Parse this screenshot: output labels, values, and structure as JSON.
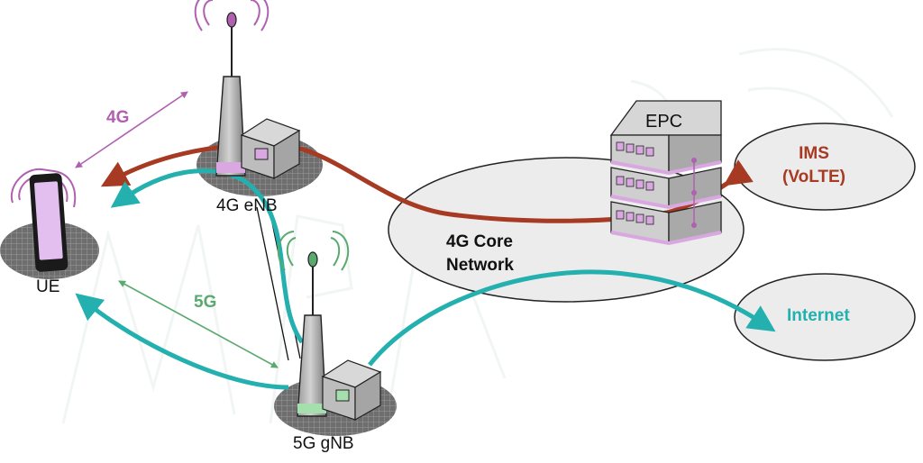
{
  "nodes": {
    "ue": "UE",
    "enb": "4G eNB",
    "gnb": "5G gNB",
    "epc": "EPC",
    "core": [
      "4G Core",
      "Network"
    ],
    "ims": [
      "IMS",
      "(VoLTE)"
    ],
    "internet": "Internet"
  },
  "links": {
    "lte": "4G",
    "nr": "5G"
  },
  "colors": {
    "lte_magenta": "#b060b0",
    "nr_green": "#5aaa70",
    "lte_path": "#a63a22",
    "nr_path": "#23b0ae"
  }
}
